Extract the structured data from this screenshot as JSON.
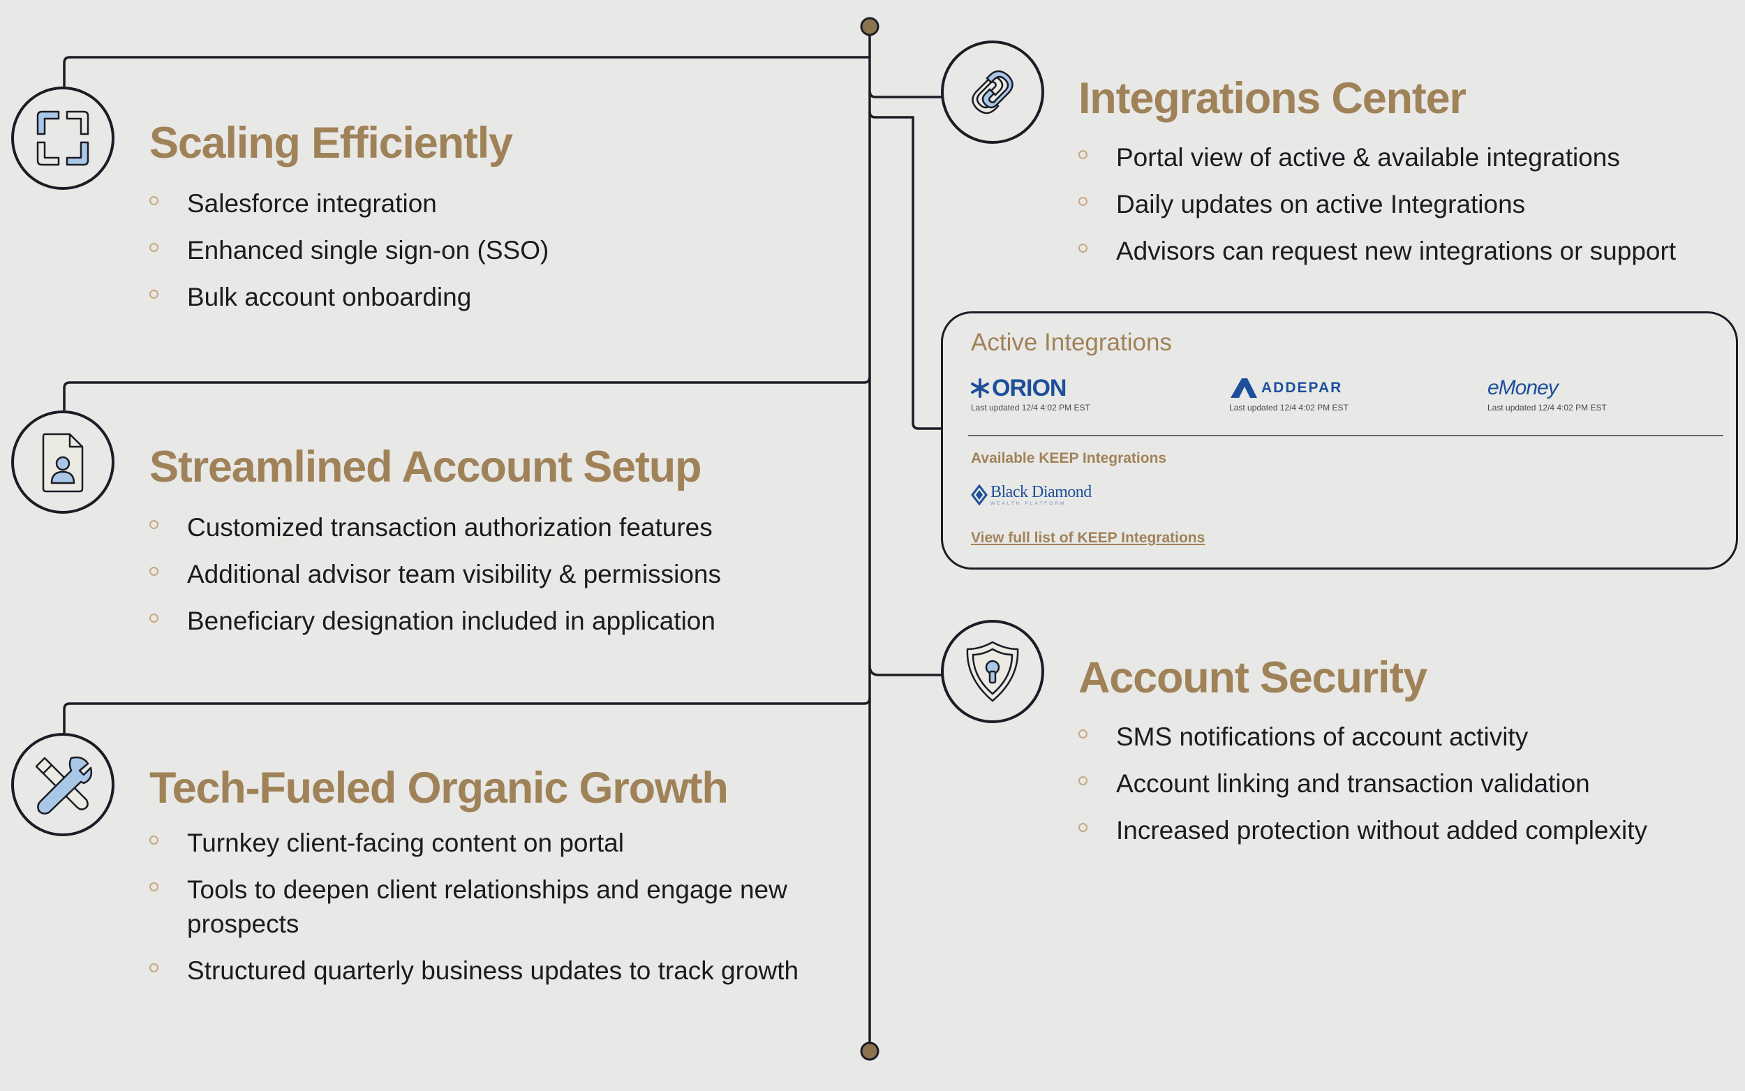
{
  "colors": {
    "background": "#e8e8e6",
    "heading": "#a08259",
    "line": "#1c1c26",
    "dot": "#8b7350",
    "bullet": "#c8a882",
    "icon_accent": "#a9c7e6"
  },
  "sections": {
    "scaling": {
      "title": "Scaling Efficiently",
      "icon": "expand-icon",
      "items": [
        "Salesforce integration",
        "Enhanced single sign-on (SSO)",
        "Bulk account onboarding"
      ]
    },
    "streamlined": {
      "title": "Streamlined Account Setup",
      "icon": "user-document-icon",
      "items": [
        "Customized transaction authorization features",
        "Additional advisor team visibility & permissions",
        "Beneficiary designation included in application"
      ]
    },
    "tech": {
      "title": "Tech-Fueled Organic Growth",
      "icon": "tools-icon",
      "items": [
        "Turnkey client-facing content on portal",
        "Tools to deepen client relationships and engage new prospects",
        "Structured quarterly business updates to track growth"
      ]
    },
    "integrations": {
      "title": "Integrations Center",
      "icon": "link-icon",
      "items": [
        "Portal view of active & available integrations",
        "Daily updates on active Integrations",
        "Advisors can request new integrations or support"
      ]
    },
    "security": {
      "title": "Account Security",
      "icon": "shield-lock-icon",
      "items": [
        "SMS notifications of account activity",
        "Account linking and transaction validation",
        "Increased protection without added complexity"
      ]
    }
  },
  "active_integrations": {
    "title": "Active Integrations",
    "logos": [
      {
        "name": "ORION",
        "updated": "Last updated 12/4 4:02 PM EST"
      },
      {
        "name": "ADDEPAR",
        "updated": "Last updated 12/4 4:02 PM EST"
      },
      {
        "name": "eMoney",
        "updated": "Last updated 12/4 4:02 PM EST"
      }
    ],
    "available_title": "Available KEEP Integrations",
    "available_logo": {
      "name": "Black Diamond",
      "sub": "WEALTH PLATFORM"
    },
    "link_text": "View full list of KEEP Integrations"
  }
}
